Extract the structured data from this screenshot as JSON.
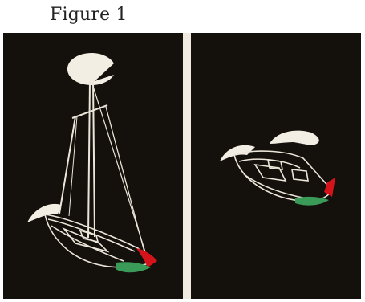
{
  "figure": {
    "caption": "Figure 1",
    "panels": [
      {
        "depicts": "sailboat-at-night-with-masthead-and-sidelights",
        "lights": [
          "white",
          "white",
          "red",
          "green"
        ]
      },
      {
        "depicts": "sailboat-at-night-viewed-from-bow",
        "lights": [
          "white",
          "white",
          "red",
          "green"
        ]
      }
    ],
    "colors": {
      "night": "#14100b",
      "white_light": "#f2eee4",
      "red_light": "#d4141a",
      "green_light": "#3a9a58",
      "hull_outline": "#ece6da",
      "divider": "#efe9df"
    }
  }
}
